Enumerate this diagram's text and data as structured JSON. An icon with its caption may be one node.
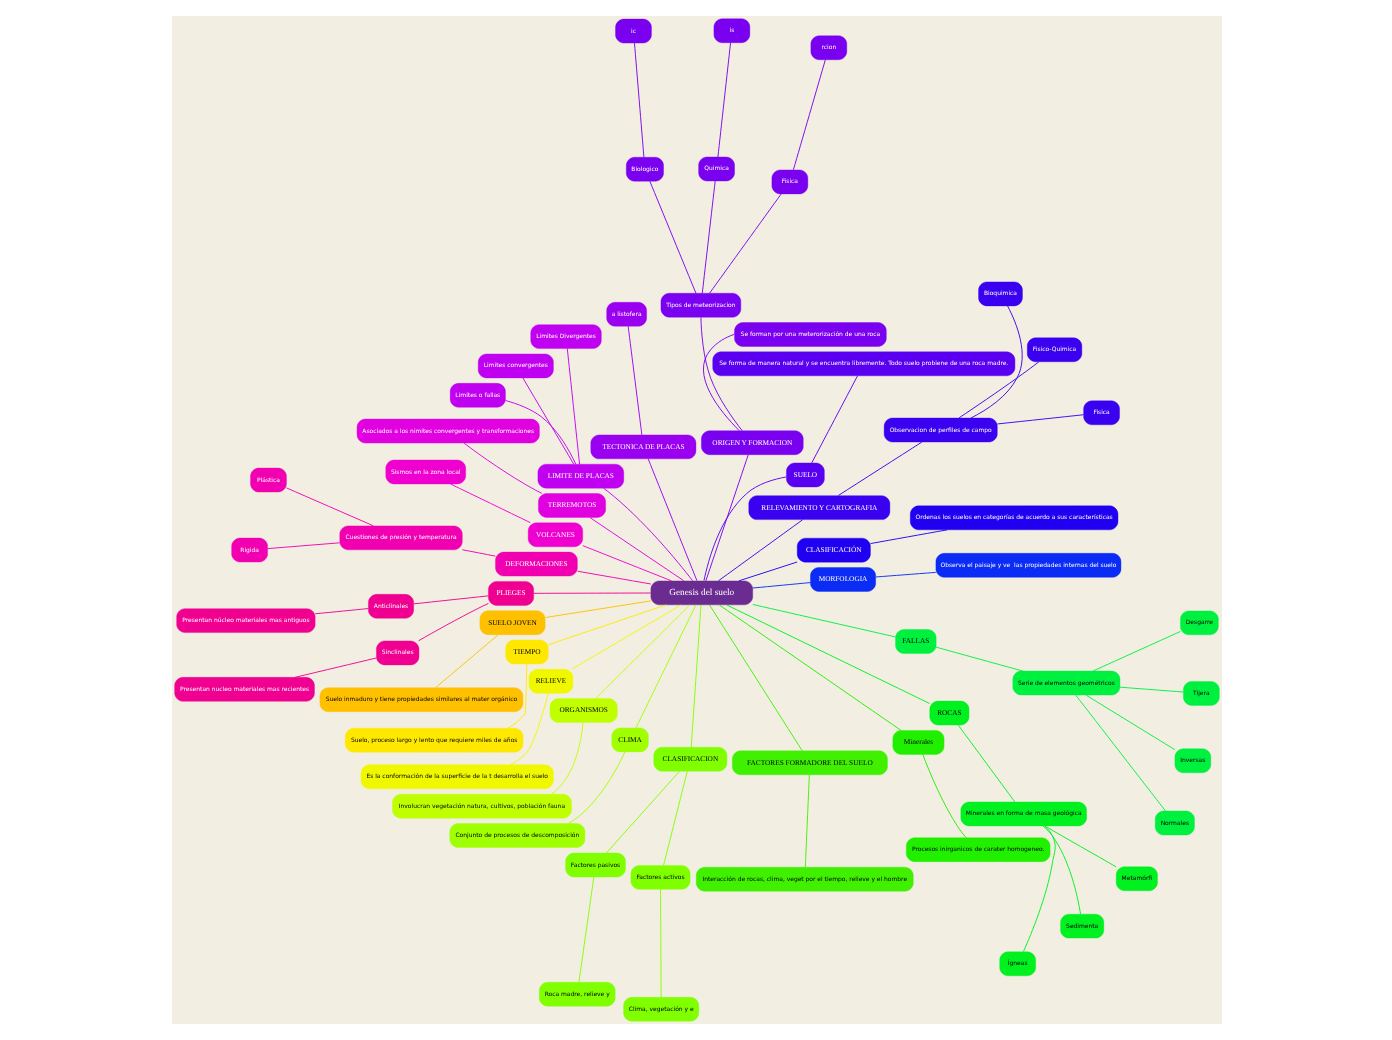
{
  "diagram": {
    "nodes": [
      {
        "text": [
          "Genesis del suelo"
        ]
      },
      {
        "text": [
          "MORFOLOGIA"
        ]
      },
      {
        "text": [
          "Observa el paisaje y ve  las propiedades internas del suelo"
        ]
      },
      {
        "text": [
          "CLASIFICACIÓN"
        ]
      },
      {
        "text": [
          "Ordenas los suelos en categorías de acuerdo a sus características"
        ]
      },
      {
        "text": [
          "RELEVAMIENTO Y CARTOGRAFIA"
        ]
      },
      {
        "text": [
          "Observacion de perfiles de campo"
        ]
      },
      {
        "text": [
          "Fisica"
        ]
      },
      {
        "text": [
          "Fisico-Quimica"
        ]
      },
      {
        "text": [
          "Bioquimica"
        ]
      },
      {
        "text": [
          "SUELO"
        ]
      },
      {
        "text": [
          "Se forma de manera natural y se encuentra libremente. Todo suelo probiene de una roca madre."
        ]
      },
      {
        "text": [
          "ORIGEN Y FORMACION"
        ]
      },
      {
        "text": [
          "Se forman por una meterorización de una roca"
        ]
      },
      {
        "text": [
          "Tipos de meteorizacion"
        ]
      },
      {
        "text": [
          "Fisica"
        ]
      },
      {
        "text": [
          "Quimica"
        ]
      },
      {
        "text": [
          "Biologico"
        ]
      },
      {
        "text": [
          "rcion"
        ]
      },
      {
        "text": [
          "is"
        ]
      },
      {
        "text": [
          "ic"
        ]
      },
      {
        "text": [
          "TECTONICA DE PLACAS"
        ]
      },
      {
        "text": [
          "a listofera"
        ]
      },
      {
        "text": [
          "LIMITE DE PLACAS"
        ]
      },
      {
        "text": [
          "Limites Divergentes"
        ]
      },
      {
        "text": [
          "Limites convergentes"
        ]
      },
      {
        "text": [
          "Limites o fallas"
        ]
      },
      {
        "text": [
          "TERREMOTOS"
        ]
      },
      {
        "text": [
          "Asociados a los nimites convergentes y transformaciones"
        ]
      },
      {
        "text": [
          "VOLCANES"
        ]
      },
      {
        "text": [
          "Sismos en la zona local"
        ]
      },
      {
        "text": [
          "DEFORMACIONES"
        ]
      },
      {
        "text": [
          "Cuestiones de presión y temperatura"
        ]
      },
      {
        "text": [
          "Plástica"
        ]
      },
      {
        "text": [
          "Rigida"
        ]
      },
      {
        "text": [
          "PLIEGES"
        ]
      },
      {
        "text": [
          "Anticlinales"
        ]
      },
      {
        "text": [
          "Sinclinales"
        ]
      },
      {
        "text": [
          "Presentan núcleo materiales mas antiguos"
        ]
      },
      {
        "text": [
          "Presentan nucleo materiales mas recientes"
        ]
      },
      {
        "text": [
          "SUELO JOVEN"
        ]
      },
      {
        "text": [
          "Suelo inmaduro y tiene propiedades similares al mater orgánico"
        ]
      },
      {
        "text": [
          "TIEMPO"
        ]
      },
      {
        "text": [
          "Suelo, proceso largo y lento que requiere miles de años"
        ]
      },
      {
        "text": [
          "RELIEVE"
        ]
      },
      {
        "text": [
          "Es la conformación de la superficie de la t desarrolla el suelo"
        ]
      },
      {
        "text": [
          "ORGANISMOS"
        ]
      },
      {
        "text": [
          "Involucran vegetación natura, cultivos, población fauna"
        ]
      },
      {
        "text": [
          "CLIMA"
        ]
      },
      {
        "text": [
          "Conjunto de procesos de descomposición"
        ]
      },
      {
        "text": [
          "CLASIFICACION"
        ]
      },
      {
        "text": [
          "Factores pasivos"
        ]
      },
      {
        "text": [
          "Factores activos"
        ]
      },
      {
        "text": [
          "Roca madre, relieve y"
        ]
      },
      {
        "text": [
          "Clima, vegetación y e"
        ]
      },
      {
        "text": [
          "FACTORES FORMADORE DEL SUELO"
        ]
      },
      {
        "text": [
          "Interacción de rocas, clima, veget por el tiempo, relieve y el hombre"
        ]
      },
      {
        "text": [
          "Minerales"
        ]
      },
      {
        "text": [
          "Procesos inirganicos de carater homogeneo."
        ]
      },
      {
        "text": [
          "ROCAS"
        ]
      },
      {
        "text": [
          "Minerales en forma de masa geológica"
        ]
      },
      {
        "text": [
          "Ígneas"
        ]
      },
      {
        "text": [
          "Sedimenta"
        ]
      },
      {
        "text": [
          "Metamórfi"
        ]
      },
      {
        "text": [
          "FALLAS"
        ]
      },
      {
        "text": [
          "Serie de elementos geométricos"
        ]
      },
      {
        "text": [
          "Normales"
        ]
      },
      {
        "text": [
          "Inversas"
        ]
      },
      {
        "text": [
          "Tijera"
        ]
      },
      {
        "text": [
          "Desgarre"
        ]
      }
    ],
    "edges": [
      {
        "from": 0,
        "to": 1,
        "arrow": "none",
        "color": "#0a2cf5"
      },
      {
        "from": 1,
        "to": 2,
        "arrow": "none",
        "color": "#0a2cf5"
      },
      {
        "from": 0,
        "to": 3,
        "arrow": "none",
        "color": "#1f00f0"
      },
      {
        "from": 3,
        "to": 4,
        "arrow": "none",
        "color": "#1f00f0"
      },
      {
        "from": 0,
        "to": 5,
        "arrow": "none",
        "color": "#3a00f0"
      },
      {
        "from": 5,
        "to": 6,
        "arrow": "none",
        "color": "#3a00f0"
      },
      {
        "from": 6,
        "to": 7,
        "arrow": "none",
        "color": "#3a00f0"
      },
      {
        "from": 6,
        "to": 8,
        "arrow": "none",
        "color": "#3a00f0"
      },
      {
        "from": 6,
        "to": 9,
        "arrow": "none",
        "color": "#3a00f0"
      },
      {
        "from": 0,
        "to": 10,
        "arrow": "none",
        "color": "#5a00f0"
      },
      {
        "from": 10,
        "to": 11,
        "arrow": "none",
        "color": "#5a00f0"
      },
      {
        "from": 0,
        "to": 12,
        "arrow": "none",
        "color": "#7a00f0"
      },
      {
        "from": 12,
        "to": 13,
        "arrow": "none",
        "color": "#7a00f0"
      },
      {
        "from": 12,
        "to": 14,
        "arrow": "none",
        "color": "#7a00f0"
      },
      {
        "from": 14,
        "to": 15,
        "arrow": "none",
        "color": "#7a00f0"
      },
      {
        "from": 14,
        "to": 16,
        "arrow": "none",
        "color": "#7a00f0"
      },
      {
        "from": 14,
        "to": 17,
        "arrow": "none",
        "color": "#7a00f0"
      },
      {
        "from": 15,
        "to": 18,
        "arrow": "none",
        "color": "#7a00f0"
      },
      {
        "from": 16,
        "to": 19,
        "arrow": "none",
        "color": "#7a00f0"
      },
      {
        "from": 17,
        "to": 20,
        "arrow": "none",
        "color": "#7a00f0"
      },
      {
        "from": 0,
        "to": 21,
        "arrow": "none",
        "color": "#9a00f0"
      },
      {
        "from": 21,
        "to": 22,
        "arrow": "none",
        "color": "#9a00f0"
      },
      {
        "from": 0,
        "to": 23,
        "arrow": "none",
        "color": "#c000f0"
      },
      {
        "from": 23,
        "to": 24,
        "arrow": "none",
        "color": "#c000f0"
      },
      {
        "from": 23,
        "to": 25,
        "arrow": "none",
        "color": "#c000f0"
      },
      {
        "from": 23,
        "to": 26,
        "arrow": "none",
        "color": "#c000f0"
      },
      {
        "from": 0,
        "to": 27,
        "arrow": "none",
        "color": "#e000e0"
      },
      {
        "from": 27,
        "to": 28,
        "arrow": "none",
        "color": "#e000e0"
      },
      {
        "from": 0,
        "to": 29,
        "arrow": "none",
        "color": "#f000d0"
      },
      {
        "from": 29,
        "to": 30,
        "arrow": "none",
        "color": "#f000d0"
      },
      {
        "from": 0,
        "to": 31,
        "arrow": "none",
        "color": "#f000b0"
      },
      {
        "from": 31,
        "to": 32,
        "arrow": "none",
        "color": "#f000b0"
      },
      {
        "from": 32,
        "to": 33,
        "arrow": "none",
        "color": "#f000b0"
      },
      {
        "from": 32,
        "to": 34,
        "arrow": "none",
        "color": "#f000b0"
      },
      {
        "from": 0,
        "to": 35,
        "arrow": "none",
        "color": "#f00090"
      },
      {
        "from": 35,
        "to": 36,
        "arrow": "none",
        "color": "#f00090"
      },
      {
        "from": 35,
        "to": 37,
        "arrow": "none",
        "color": "#f00090"
      },
      {
        "from": 36,
        "to": 38,
        "arrow": "none",
        "color": "#f00090"
      },
      {
        "from": 37,
        "to": 39,
        "arrow": "none",
        "color": "#f00090"
      },
      {
        "from": 0,
        "to": 40,
        "arrow": "none",
        "color": "#ffc000"
      },
      {
        "from": 40,
        "to": 41,
        "arrow": "none",
        "color": "#ffc000"
      },
      {
        "from": 0,
        "to": 42,
        "arrow": "none",
        "color": "#ffe800"
      },
      {
        "from": 42,
        "to": 43,
        "arrow": "none",
        "color": "#ffe800"
      },
      {
        "from": 0,
        "to": 44,
        "arrow": "none",
        "color": "#f0f800"
      },
      {
        "from": 44,
        "to": 45,
        "arrow": "none",
        "color": "#f0f800"
      },
      {
        "from": 0,
        "to": 46,
        "arrow": "none",
        "color": "#c0ff00"
      },
      {
        "from": 46,
        "to": 47,
        "arrow": "none",
        "color": "#c0ff00"
      },
      {
        "from": 0,
        "to": 48,
        "arrow": "none",
        "color": "#a0ff00"
      },
      {
        "from": 48,
        "to": 49,
        "arrow": "none",
        "color": "#a0ff00"
      },
      {
        "from": 0,
        "to": 50,
        "arrow": "none",
        "color": "#80ff00"
      },
      {
        "from": 50,
        "to": 51,
        "arrow": "none",
        "color": "#80ff00"
      },
      {
        "from": 50,
        "to": 52,
        "arrow": "none",
        "color": "#80ff00"
      },
      {
        "from": 51,
        "to": 53,
        "arrow": "none",
        "color": "#80ff00"
      },
      {
        "from": 52,
        "to": 54,
        "arrow": "none",
        "color": "#80ff00"
      },
      {
        "from": 0,
        "to": 55,
        "arrow": "none",
        "color": "#40f000"
      },
      {
        "from": 55,
        "to": 56,
        "arrow": "none",
        "color": "#40f000"
      },
      {
        "from": 0,
        "to": 57,
        "arrow": "none",
        "color": "#20f000"
      },
      {
        "from": 57,
        "to": 58,
        "arrow": "none",
        "color": "#20f000"
      },
      {
        "from": 0,
        "to": 59,
        "arrow": "none",
        "color": "#00f020"
      },
      {
        "from": 59,
        "to": 60,
        "arrow": "none",
        "color": "#00f020"
      },
      {
        "from": 60,
        "to": 61,
        "arrow": "none",
        "color": "#00f020"
      },
      {
        "from": 60,
        "to": 62,
        "arrow": "none",
        "color": "#00f020"
      },
      {
        "from": 60,
        "to": 63,
        "arrow": "none",
        "color": "#00f020"
      },
      {
        "from": 0,
        "to": 64,
        "arrow": "none",
        "color": "#00f040"
      },
      {
        "from": 64,
        "to": 65,
        "arrow": "none",
        "color": "#00f040"
      },
      {
        "from": 65,
        "to": 66,
        "arrow": "none",
        "color": "#00f040"
      },
      {
        "from": 65,
        "to": 67,
        "arrow": "none",
        "color": "#00f040"
      },
      {
        "from": 65,
        "to": 68,
        "arrow": "none",
        "color": "#00f040"
      },
      {
        "from": 65,
        "to": 69,
        "arrow": "none",
        "color": "#00f040"
      }
    ]
  }
}
